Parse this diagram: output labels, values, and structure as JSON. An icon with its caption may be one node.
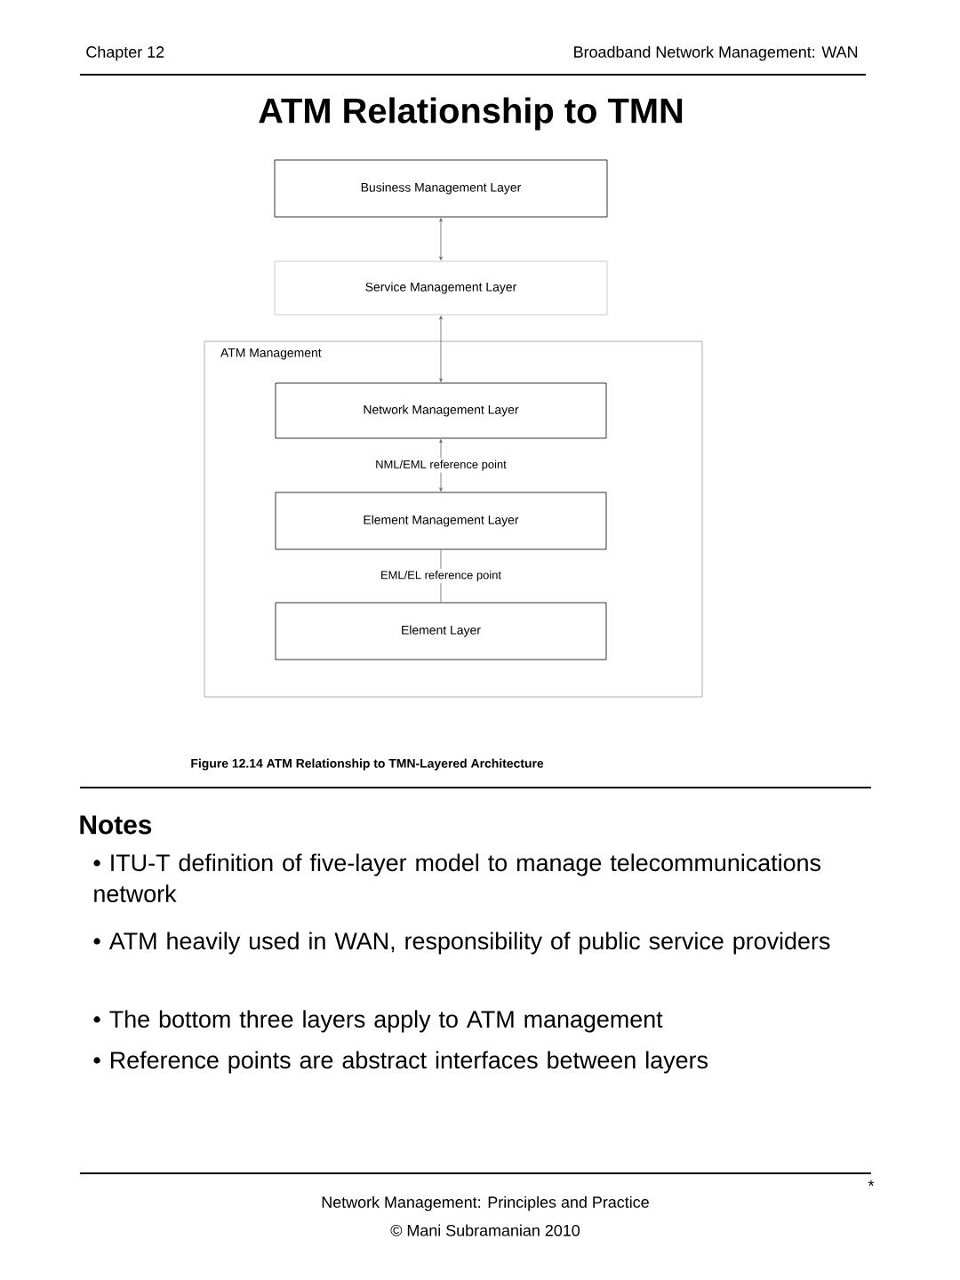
{
  "diagram": {
    "title": "ATM Relationship to TMN",
    "nodes": [
      {
        "text": [
          "Business Management Layer"
        ]
      },
      {
        "text": [
          "Service Management Layer"
        ]
      },
      {
        "text": [
          "ATM Management"
        ]
      },
      {
        "text": [
          "Network Management Layer"
        ],
        "in": 2
      },
      {
        "text": [
          "Element Management Layer"
        ],
        "in": 2
      },
      {
        "text": [
          "Element Layer"
        ],
        "in": 2
      }
    ],
    "edges": [
      {
        "from": 0,
        "to": 1,
        "arrow": "both"
      },
      {
        "from": 1,
        "to": 3,
        "arrow": "both"
      },
      {
        "from": 3,
        "to": 4,
        "arrow": "both",
        "label": "NML/EML reference point"
      },
      {
        "from": 4,
        "to": 5,
        "arrow": "none",
        "label": "EML/EL reference point"
      }
    ],
    "labels": [
      "Chapter 12",
      "Broadband Network Management:  WAN",
      "Figure 12.14  ATM Relationship to TMN-Layered Architecture",
      "Notes",
      "• ITU-T definition of five-layer model to manage telecommunications network",
      "• ATM heavily used in WAN, responsibility of public service providers",
      "• The bottom three layers apply to ATM management",
      "• Reference points are abstract interfaces between layers",
      "Network Management: Principles and Practice",
      "© Mani Subramanian 2010",
      "*"
    ]
  }
}
